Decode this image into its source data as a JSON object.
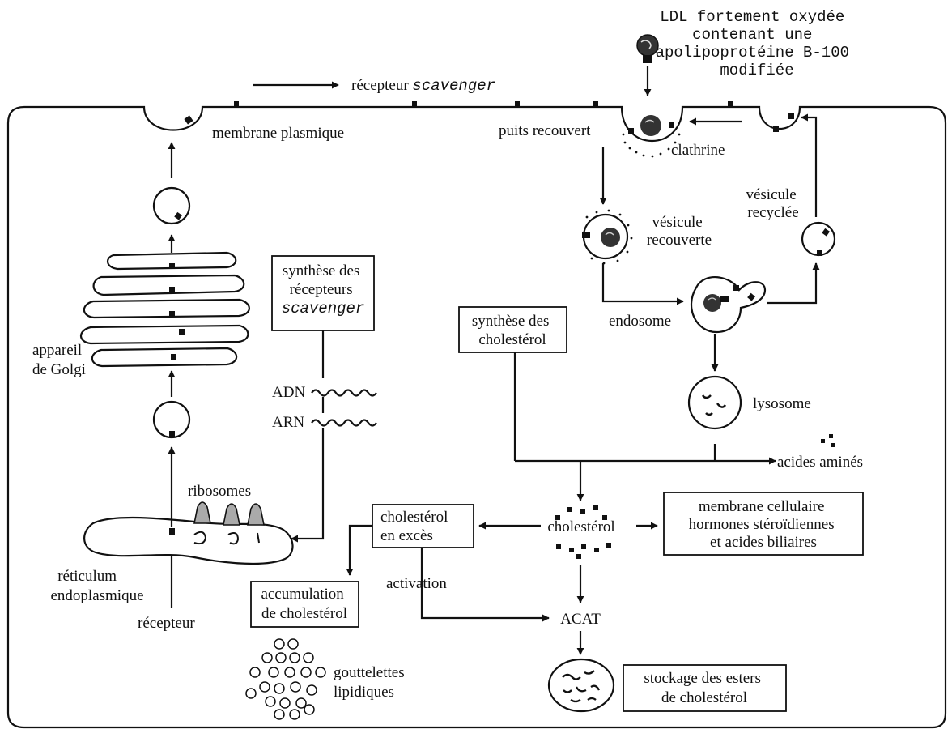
{
  "diagram": {
    "ldl_label": [
      "LDL fortement oxydée",
      "contenant une",
      "apolipoprotéine B-100",
      "modifiée"
    ],
    "scavenger_receptor": {
      "prefix": "récepteur",
      "term": "scavenger"
    },
    "plasma_membrane": "membrane plasmique",
    "coated_pit": "puits recouvert",
    "clathrin": "clathrine",
    "recycled_vesicle": [
      "vésicule",
      "recyclée"
    ],
    "coated_vesicle": [
      "vésicule",
      "recouverte"
    ],
    "endosome": "endosome",
    "lysosome": "lysosome",
    "amino_acids": "acides aminés",
    "golgi": [
      "appareil",
      "de Golgi"
    ],
    "receptor_synthesis": {
      "line1": "synthèse des",
      "line2": "récepteurs",
      "term": "scavenger"
    },
    "dna": "ADN",
    "rna": "ARN",
    "ribosomes": "ribosomes",
    "er": [
      "réticulum",
      "endoplasmique"
    ],
    "receptor": "récepteur",
    "cholesterol_synthesis": [
      "synthèse des",
      "cholestérol"
    ],
    "cholesterol": "cholestérol",
    "cholesterol_excess": [
      "cholestérol",
      "en excès"
    ],
    "uses": [
      "membrane cellulaire",
      "hormones stéroïdiennes",
      "et acides biliaires"
    ],
    "accumulation": [
      "accumulation",
      "de cholestérol"
    ],
    "activation": "activation",
    "acat": "ACAT",
    "lipid_droplets": [
      "gouttelettes",
      "lipidiques"
    ],
    "ester_storage": [
      "stockage des esters",
      "de cholestérol"
    ]
  }
}
